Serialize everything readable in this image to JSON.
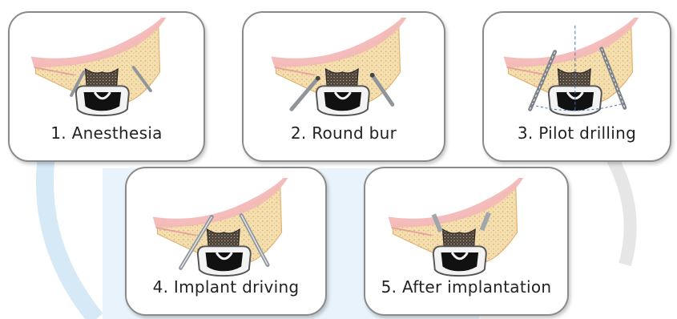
{
  "steps": [
    {
      "label": "1. Anesthesia"
    },
    {
      "label": "2. Round bur"
    },
    {
      "label": "3. Pilot drilling"
    },
    {
      "label": "4. Implant driving"
    },
    {
      "label": "5. After implantation"
    }
  ],
  "colors": {
    "card_border": "#8a8a8a",
    "bone": "#f2d8a4",
    "bone_edge": "#e0b070",
    "membrane": "#f3b9b7",
    "tooth_crown": "#2a2a2a",
    "tooth_cavity": "#111111",
    "instrument": "#9aa0a6",
    "watermark_blue": "#cfe6f5"
  }
}
